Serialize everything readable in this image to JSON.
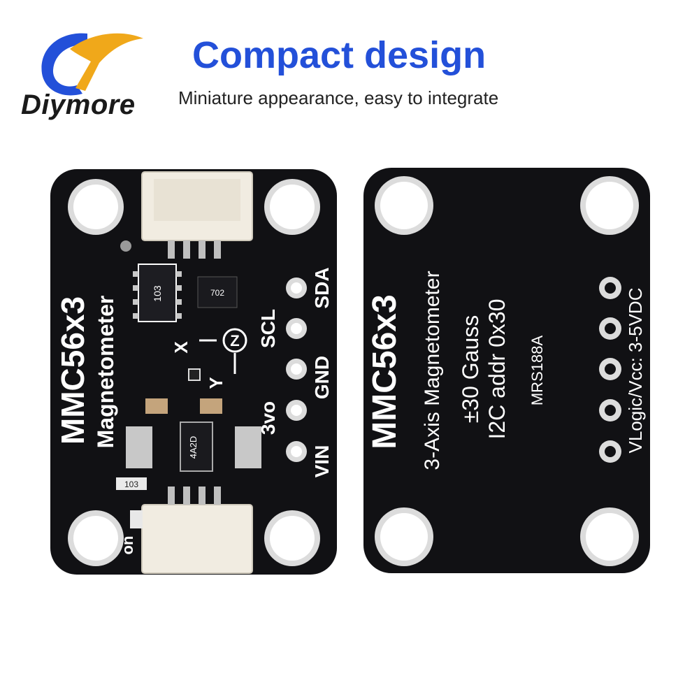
{
  "brand": {
    "name": "Diymore",
    "logo_icon": "diymore-swoosh-logo",
    "accent": "#2350d9"
  },
  "header": {
    "title": "Compact design",
    "subtitle": "Miniature appearance, easy to integrate"
  },
  "front_board": {
    "name": "MMC56x3",
    "desc": "Magnetometer",
    "pins": [
      "SDA",
      "SCL",
      "GND",
      "3vo",
      "VIN"
    ],
    "axis_x": "X",
    "axis_y": "Y",
    "axis_z": "Z",
    "chip_103": "103",
    "chip_702": "702",
    "chip_4a2d": "4A2D",
    "res_103": "103",
    "led_label": "on"
  },
  "back_board": {
    "name": "MMC56x3",
    "line1": "3-Axis Magnetometer",
    "line2": "±30 Gauss",
    "line3": "I2C addr 0x30",
    "line4": "MRS188A",
    "line5": "VLogic/Vcc: 3-5VDC"
  },
  "colors": {
    "pcb": "#111114",
    "pad": "#d8d8d8",
    "connector": "#f1ece1"
  }
}
